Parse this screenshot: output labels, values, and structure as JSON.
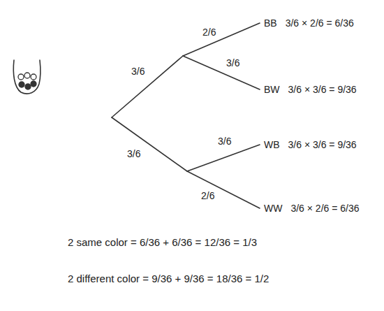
{
  "diagram": {
    "nodes": [
      {
        "text": [
          "BB",
          "3/6 × 2/6 = 6/36"
        ]
      },
      {
        "text": [
          "BW",
          "3/6 × 3/6 = 9/36"
        ]
      },
      {
        "text": [
          "WB",
          "3/6 × 3/6 = 9/36"
        ]
      },
      {
        "text": [
          "WW",
          "3/6 × 2/6 = 6/36"
        ]
      }
    ],
    "labels": [
      "3/6",
      "3/6",
      "2/6",
      "3/6",
      "3/6",
      "2/6",
      "2 same color = 6/36 + 6/36 = 12/36 = 1/3",
      "2 different color = 9/36 + 9/36 = 18/36 = 1/2"
    ]
  }
}
